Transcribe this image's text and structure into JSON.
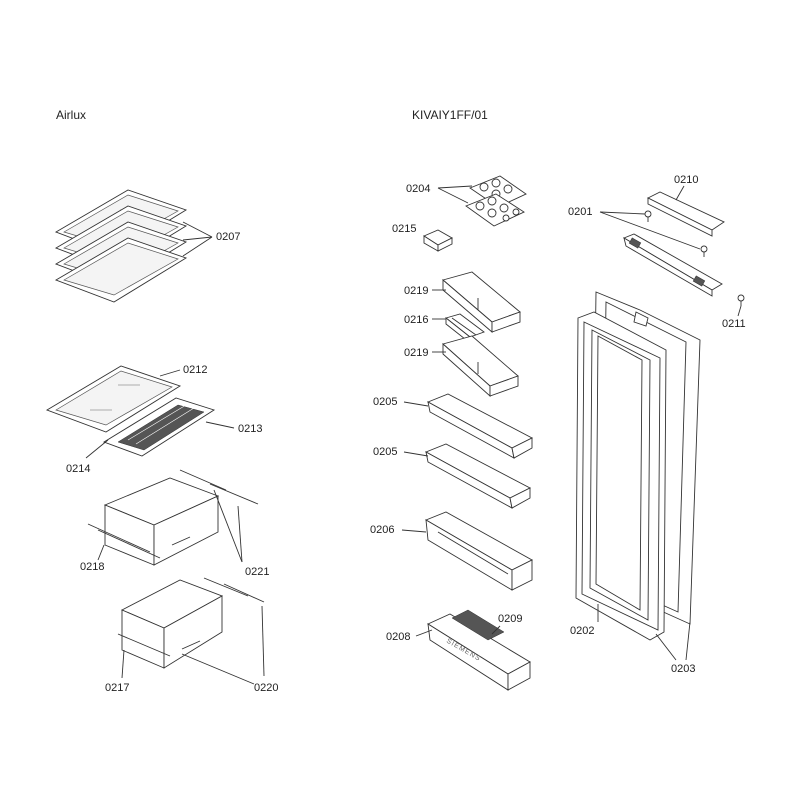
{
  "header": {
    "brand": "Airlux",
    "model": "KIVAIY1FF/01"
  },
  "parts": {
    "p0201": "0201",
    "p0202": "0202",
    "p0203": "0203",
    "p0204": "0204",
    "p0205a": "0205",
    "p0205b": "0205",
    "p0206": "0206",
    "p0207": "0207",
    "p0208": "0208",
    "p0209": "0209",
    "p0210": "0210",
    "p0211": "0211",
    "p0212": "0212",
    "p0213": "0213",
    "p0214": "0214",
    "p0215": "0215",
    "p0216": "0216",
    "p0217": "0217",
    "p0218": "0218",
    "p0219a": "0219",
    "p0219b": "0219",
    "p0220": "0220",
    "p0221": "0221"
  },
  "door_shelf_brand": "SIEMENS"
}
